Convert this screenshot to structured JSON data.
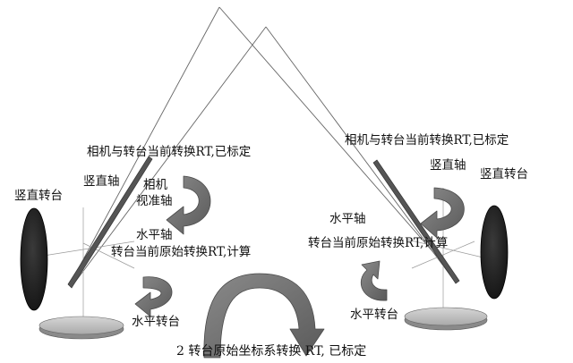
{
  "labels": {
    "left_transform": "相机与转台当前转换RT,已标定",
    "right_transform": "相机与转台当前转换RT,已标定",
    "left_vertical_axis": "竖直轴",
    "left_vertical_turntable": "竖直转台",
    "left_camera": "相机",
    "left_sight_axis": "视准轴",
    "left_horizontal_axis": "水平轴",
    "left_original_transform": "转台当前原始转换RT,计算",
    "left_horizontal_turntable": "水平转台",
    "right_vertical_axis": "竖直轴",
    "right_vertical_turntable": "竖直转台",
    "right_horizontal_axis": "水平轴",
    "right_original_transform": "转台当前原始转换RT,计算",
    "right_horizontal_turntable": "水平转台",
    "bottom_transform": "2 转台原始坐标系转换 RT, 已标定"
  },
  "colors": {
    "arrow_fill": "#6e6e6e",
    "arrow_edge": "#4a4a4a",
    "disk": "#1e1e1e",
    "base_top": "#c4c4c4",
    "base_side": "#8a8a8a",
    "line": "#555555"
  }
}
